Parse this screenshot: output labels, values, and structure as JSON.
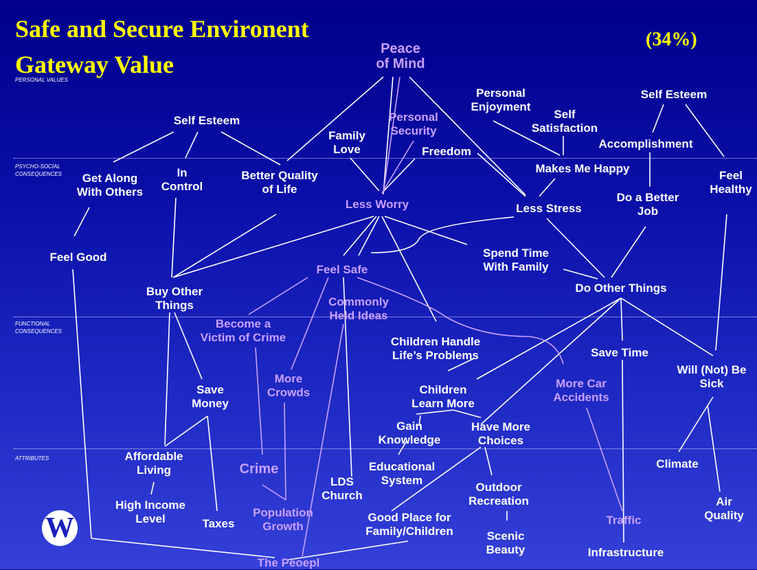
{
  "title": {
    "line1": "Safe and Secure Environent",
    "line2": "Gateway Value",
    "percent": "(34%)"
  },
  "levels": {
    "personal": "PERSONAL VALUES",
    "psycho1": "PSYCHO-SOCIAL",
    "psycho2": "CONSEQUENCES",
    "functional1": "FUNCTIONAL",
    "functional2": "CONSEQUENCES",
    "attributes": "ATTRIBUTES"
  },
  "logo": {
    "letter": "W"
  },
  "colors": {
    "title": "#ffff00",
    "white_node": "#ffffff",
    "purple_node": "#c8a0ff",
    "background_top": "#00008a",
    "background_bottom": "#3440d8"
  },
  "nodes": {
    "peace_of_mind": "Peace\nof Mind",
    "self_esteem_left": "Self Esteem",
    "personal_security": "Personal\nSecurity",
    "family_love": "Family\nLove",
    "freedom": "Freedom",
    "personal_enjoyment": "Personal\nEnjoyment",
    "self_satisfaction": "Self\nSatisfaction",
    "self_esteem_right": "Self Esteem",
    "accomplishment": "Accomplishment",
    "get_along": "Get Along\nWith Others",
    "in_control": "In\nControl",
    "better_quality": "Better Quality\nof Life",
    "less_worry": "Less Worry",
    "makes_me_happy": "Makes Me Happy",
    "less_stress": "Less Stress",
    "do_better_job": "Do a Better\nJob",
    "feel_healthy": "Feel\nHealthy",
    "feel_good": "Feel Good",
    "feel_safe": "Feel Safe",
    "spend_time": "Spend Time\nWith Family",
    "do_other_things": "Do Other Things",
    "buy_other_things": "Buy Other\nThings",
    "commonly_held": "Commonly\nHeld Ideas",
    "become_victim": "Become a\nVictim of Crime",
    "children_handle": "Children Handle\nLife’s Problems",
    "save_time": "Save Time",
    "will_not_be_sick": "Will (Not) Be\nSick",
    "more_crowds": "More\nCrowds",
    "save_money": "Save\nMoney",
    "children_learn": "Children\nLearn More",
    "more_car_accidents": "More Car\nAccidents",
    "gain_knowledge": "Gain\nKnowledge",
    "have_more_choices": "Have More\nChoices",
    "affordable_living": "Affordable\nLiving",
    "crime": "Crime",
    "educational_system": "Educational\nSystem",
    "climate": "Climate",
    "lds_church": "LDS\nChurch",
    "outdoor_recreation": "Outdoor\nRecreation",
    "high_income": "High Income\nLevel",
    "taxes": "Taxes",
    "population_growth": "Population\nGrowth",
    "good_place": "Good Place for\nFamily/Children",
    "traffic": "Traffic",
    "air_quality": "Air\nQuality",
    "scenic_beauty": "Scenic\nBeauty",
    "infrastructure": "Infrastructure",
    "the_peoepl": "The Peoepl"
  }
}
